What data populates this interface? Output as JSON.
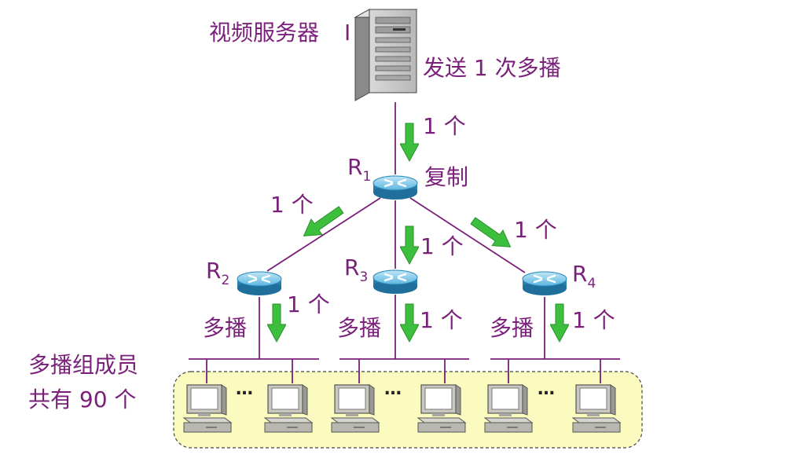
{
  "labels": {
    "server": "视频服务器",
    "server_suffix": "I",
    "send_once": "发送 1 次多播",
    "copy": "复制",
    "one": "1 个",
    "multicast": "多播",
    "group_line1": "多播组成员",
    "group_line2": "共有 90 个",
    "ellipsis": "…"
  },
  "routers": [
    {
      "name": "R",
      "sub": "1"
    },
    {
      "name": "R",
      "sub": "2"
    },
    {
      "name": "R",
      "sub": "3"
    },
    {
      "name": "R",
      "sub": "4"
    }
  ],
  "colors": {
    "link": "#7a1f7a",
    "text": "#7a1f7a",
    "arrow": "#3cbf3c",
    "router": "#3aa0d0",
    "group_bg": "#fbfbc0"
  }
}
